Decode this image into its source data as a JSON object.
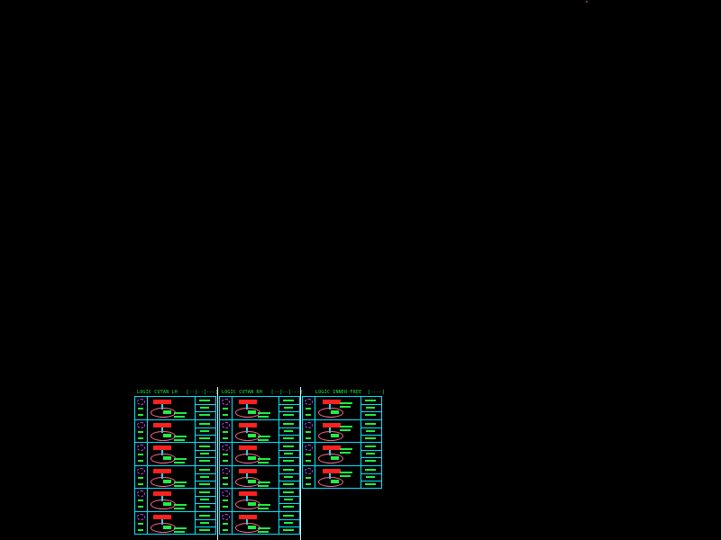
{
  "viewport": {
    "background": "#000000",
    "zoom_state": "zoomed-out drawing extents"
  },
  "colors": {
    "border": "#00e5ff",
    "text": "#22ee44",
    "part": "#ff2020",
    "ellipse": "#ff6688",
    "symbol": "#cc44ff",
    "divider": "#e0f0ff"
  },
  "sheets": [
    {
      "title": "LOGIC CUTAN LH",
      "subtitle": "[--]--[---]",
      "rows": 6
    },
    {
      "title": "LOGIC CUTAN RH",
      "subtitle": "[--]--[---]",
      "rows": 6
    },
    {
      "title": "LOGIC INNER FREE",
      "subtitle": "[----]",
      "rows": 4
    }
  ]
}
